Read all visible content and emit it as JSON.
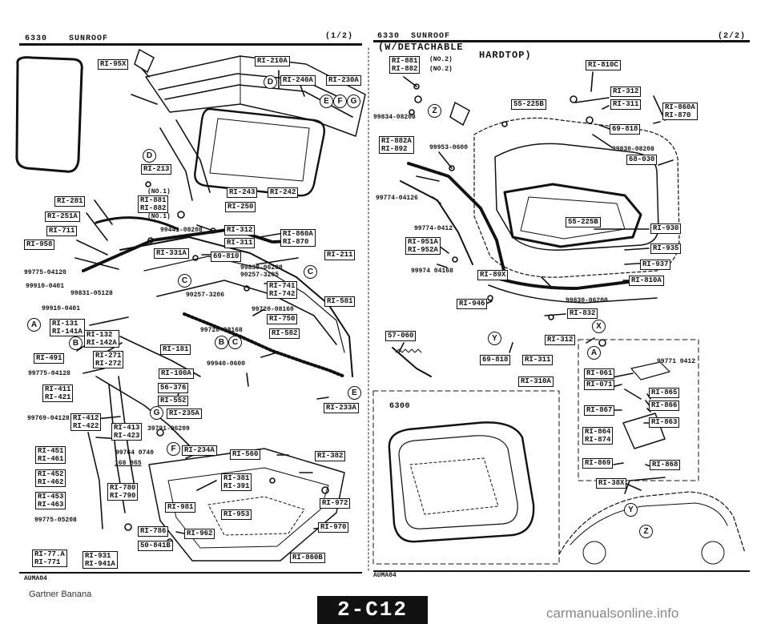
{
  "header": {
    "left_code": "6330",
    "left_title": "SUNROOF",
    "left_page": "(1/2)",
    "right_code": "6330",
    "right_title": "SUNROOF",
    "right_page": "(2/2)",
    "right_sub1": "(W/DETACHABLE",
    "right_sub2": "HARDTOP)"
  },
  "left_panel": {
    "boxes": [
      "RI-95X",
      "RI-210A",
      "RI-240A",
      "RI-230A",
      "RI-213",
      "RI-281",
      "RI-251A",
      "RI-711",
      "RI-958",
      "RI-881",
      "RI-882",
      "RI-243",
      "RI-242",
      "RI-250",
      "RI-312",
      "RI-311",
      "RI-860A",
      "RI-870",
      "RI-331A",
      "69-810",
      "RI-211",
      "RI-741",
      "RI-742",
      "RI-581",
      "RI-131",
      "RI-141A",
      "RI-750",
      "RI-582",
      "RI-132",
      "RI-142A",
      "RI-491",
      "RI-271",
      "RI-272",
      "RI-181",
      "RI-100A",
      "56-376",
      "RI-552",
      "RI-411",
      "RI-421",
      "RI-412",
      "RI-422",
      "RI-413",
      "RI-423",
      "RI-235A",
      "RI-233A",
      "RI-451",
      "RI-461",
      "RI-452",
      "RI-462",
      "RI-453",
      "RI-463",
      "RI-234A",
      "RI-560",
      "RI-382",
      "RI-381",
      "RI-391",
      "RI-780",
      "RI-790",
      "RI-981",
      "RI-953",
      "RI-972",
      "RI-786",
      "50-841B",
      "RI-962",
      "RI-970",
      "RI-77.A",
      "RI-931",
      "RI-941A",
      "RI-860B"
    ],
    "part_numbers": [
      "99441-08208",
      "99775-04120",
      "99910-0401",
      "99831-05128",
      "99830-06208",
      "90257-3205",
      "90257-3206",
      "99910-0401",
      "99720-08160",
      "99720-08168",
      "99940-0600",
      "99775-04128",
      "99769-04128",
      "39791-06209",
      "99764 0740",
      "99775-05208"
    ],
    "notes": [
      "(NO.1)",
      "(NO.1)",
      "168 865"
    ],
    "circles": [
      "D",
      "E",
      "F",
      "G",
      "D",
      "C",
      "A",
      "B",
      "C",
      "B",
      "C",
      "E",
      "G",
      "F"
    ]
  },
  "right_panel": {
    "boxes": [
      "RI-881",
      "RI-882",
      "RI-810C",
      "RI-312",
      "RI-311",
      "55-225B",
      "RI-860A",
      "RI-870",
      "69-818",
      "RI-882A",
      "RI-892",
      "68-030",
      "55-225B",
      "RI-930",
      "RI-935",
      "RI-951A",
      "RI-952A",
      "RI-937",
      "RI-89X",
      "RI-810A",
      "RI-946",
      "RI-832",
      "57-060",
      "RI-312",
      "RI-061",
      "RI-071",
      "69-818",
      "RI-311",
      "RI-865",
      "RI-866",
      "RI-310A",
      "RI-867",
      "RI-863",
      "RI-864",
      "RI-874",
      "RI-869",
      "RI-868",
      "RI-38X"
    ],
    "part_numbers": [
      "99834-08208",
      "99953-0600",
      "99830-08208",
      "99774-04126",
      "99774-0412",
      "99974 04168",
      "99830-06200",
      "99771 0412"
    ],
    "notes": [
      "(NO.2)",
      "(NO.2)",
      "6300"
    ],
    "circles": [
      "Z",
      "Y",
      "X",
      "A",
      "Y",
      "Z"
    ]
  },
  "footer": {
    "left_code": "AUMA04",
    "right_code": "AUMA04",
    "page_tag": "2-C12",
    "credit": "Gartner Banana",
    "watermark": "carmanualsonline.info"
  }
}
